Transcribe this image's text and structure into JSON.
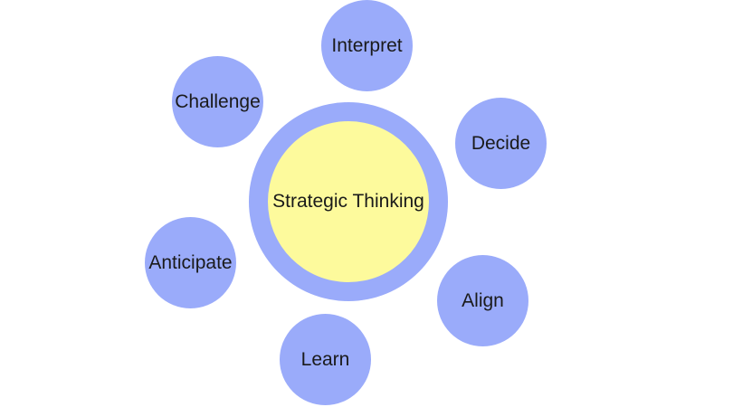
{
  "colors": {
    "node": "#9aabfa",
    "center": "#fdfa9c",
    "text": "#1a1a1a"
  },
  "center": {
    "label": "Strategic Thinking"
  },
  "nodes": [
    {
      "label": "Interpret"
    },
    {
      "label": "Challenge"
    },
    {
      "label": "Decide"
    },
    {
      "label": "Anticipate"
    },
    {
      "label": "Align"
    },
    {
      "label": "Learn"
    }
  ]
}
